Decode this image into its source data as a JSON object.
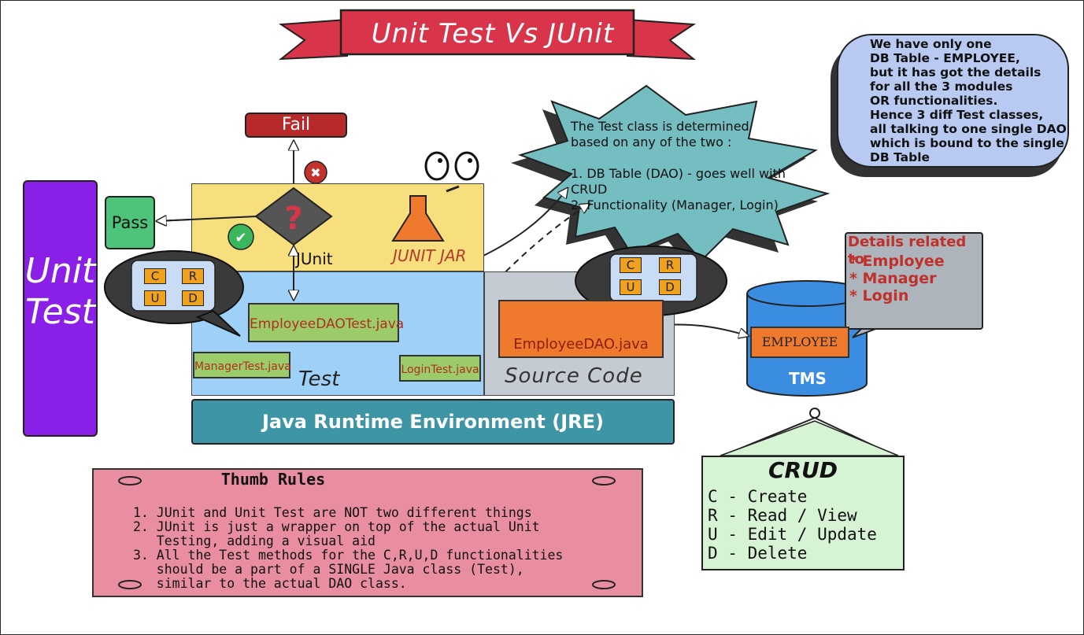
{
  "title": "Unit Test Vs JUnit",
  "side_label_line1": "Unit",
  "side_label_line2": "Test",
  "fail": "Fail",
  "pass": "Pass",
  "junit": "JUnit",
  "junit_jar": "JUNIT JAR",
  "test_area": "Test",
  "source_area": "Source Code",
  "jre": "Java Runtime Environment (JRE)",
  "classes": {
    "employee_dao_test": "EmployeeDAOTest.java",
    "manager_test": "ManagerTest.java",
    "login_test": "LoginTest.java",
    "employee_dao": "EmployeeDAO.java"
  },
  "crud_letters": [
    "C",
    "R",
    "U",
    "D"
  ],
  "star_note": "The Test class is determined\nbased on any of the two :\n\n1. DB Table (DAO) - goes well with CRUD\n2. Functionality (Manager, Login)",
  "info_cloud": "We have only one\nDB Table - EMPLOYEE,\nbut it has got the details\nfor all the 3 modules\nOR functionalities.\nHence 3 diff Test classes,\nall talking to one single DAO\nwhich is bound to the single\nDB Table",
  "details": {
    "title": "Details related to",
    "items": [
      "* Employee",
      "* Manager",
      "* Login"
    ]
  },
  "db": {
    "table": "EMPLOYEE",
    "name": "TMS"
  },
  "crud": {
    "title": "CRUD",
    "lines": [
      "C - Create",
      "R - Read / View",
      "U - Edit / Update",
      "D - Delete"
    ]
  },
  "thumb_rules": {
    "title": "Thumb Rules",
    "lines": [
      "1. JUnit and Unit Test are NOT two different things",
      "2. JUnit is just a wrapper on top of the actual Unit",
      "   Testing, adding a visual aid",
      "3. All the Test methods for the C,R,U,D functionalities",
      "   should be a part of a SINGLE Java class (Test),",
      "   similar to the actual DAO class."
    ]
  },
  "colors": {
    "banner": "#d8344a",
    "unit_test_bar": "#8a1fe8",
    "junit_zone": "#f6df7c",
    "test_zone": "#9fd0f7",
    "source_zone": "#c5cbd3",
    "jre": "#3d95a6",
    "star": "#74bdc0",
    "info_cloud": "#b8caf2",
    "db": "#3a8de0",
    "crud_sign": "#d6f3d4",
    "thumb_rules": "#e98ea0"
  }
}
